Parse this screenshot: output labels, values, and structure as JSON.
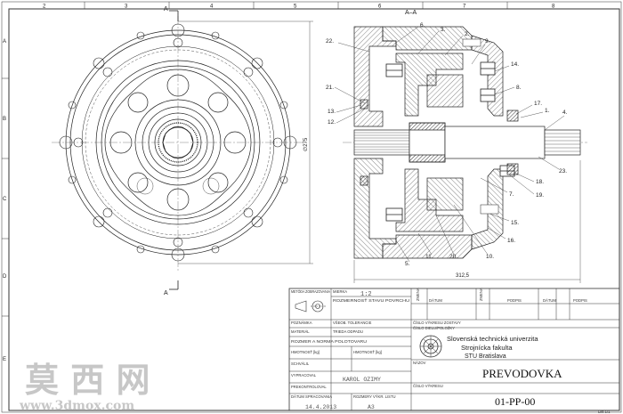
{
  "zones": {
    "top": [
      "2",
      "3",
      "4",
      "5",
      "6",
      "7",
      "8"
    ],
    "left": [
      "A",
      "B",
      "C",
      "D",
      "E"
    ]
  },
  "section": {
    "marker": "A",
    "title": "A–A"
  },
  "dimensions": {
    "left_view_height": "∅275",
    "right_view_length": "312,5"
  },
  "balloons": [
    "6.",
    "3.",
    "22.",
    "2.",
    "9.",
    "14.",
    "8.",
    "21.",
    "13.",
    "12.",
    "17.",
    "1.",
    "4.",
    "23.",
    "18.",
    "19.",
    "7.",
    "15.",
    "16.",
    "5.",
    "11.",
    "20.",
    "10."
  ],
  "title_block": {
    "labels": {
      "method": "METÓDA ZOBRAZOVANIA",
      "scale": "MIERKA",
      "roughness": "ROZMERNOSŤ STAVU POVRCHU",
      "note": "POZNÁMKA",
      "tolerance": "VŠEOB. TOLERANCIE",
      "material": "MATERIÁL",
      "semi": "TRIEDA ODPADU",
      "norm": "ROZMER A NORMA POLOTOVARU",
      "mass": "HMOTNOSŤ [kg]",
      "mass2": "HMOTNOSŤ [kg]",
      "approved": "SCHVÁLIL",
      "drawn": "VYPRACOVAL",
      "checked": "PREKONTROLOVAL",
      "date": "DÁTUM SPRACOVANIA",
      "format": "ROZMERY VÝKR. LISTU",
      "draw_num": "ČÍSLO VÝKRESU ZOSTAVY",
      "pos": "ČÍSLO DIELU/POLOŽKY",
      "name": "NÁZOV",
      "drawing_no": "ČÍSLO VÝKRESU",
      "rev_cols": [
        "ZMENA",
        "DÁTUM",
        "ZMENA",
        "PODPIS",
        "DÁTUM",
        "PODPIS"
      ]
    },
    "values": {
      "scale": "1:2",
      "author": "KAROL OZIMY",
      "date": "14.4.2013",
      "format": "A3",
      "university": "Slovenská technická univerzita",
      "faculty": "Strojnícka fakulta",
      "city": "STU Bratislava",
      "title": "PREVODOVKA",
      "drawing_number": "01-PP-00",
      "sheet_code": "List 1/1"
    }
  },
  "watermark": {
    "chars": "莫 西 网",
    "url": "www.3dmox.com"
  }
}
